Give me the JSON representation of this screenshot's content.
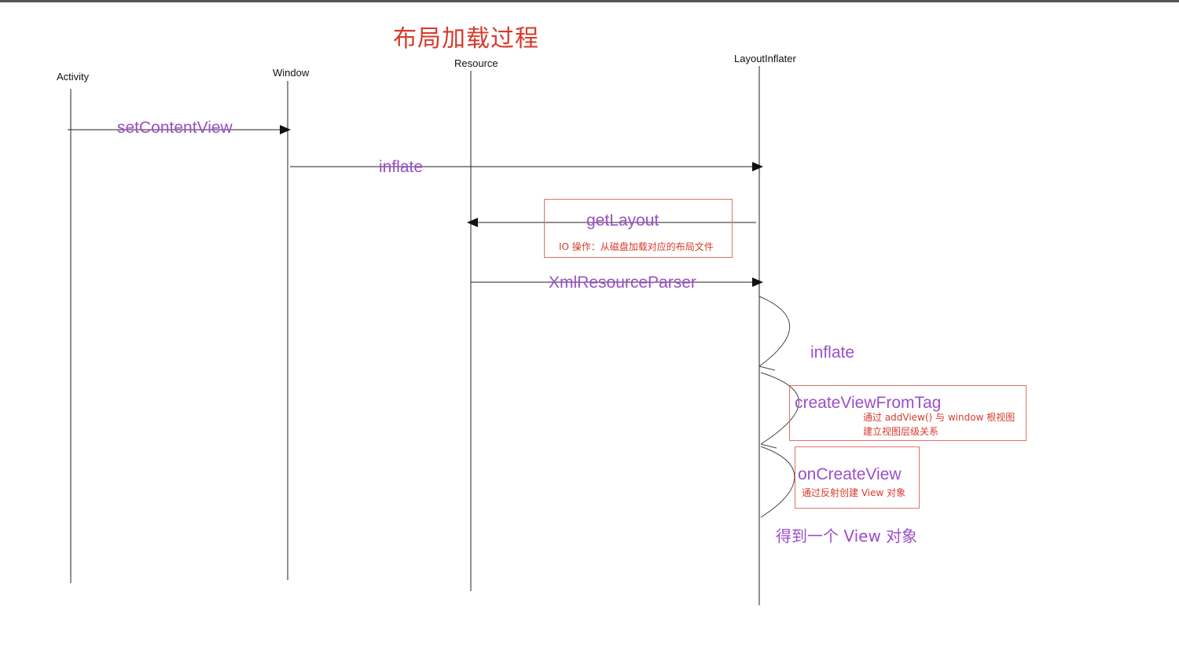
{
  "title": "布局加载过程",
  "lanes": {
    "activity": "Activity",
    "window": "Window",
    "resource": "Resource",
    "layout_inflater": "LayoutInflater"
  },
  "messages": {
    "set_content_view": "setContentView",
    "inflate": "inflate",
    "get_layout": "getLayout",
    "get_layout_note": "IO 操作：从磁盘加载对应的布局文件",
    "xml_resource_parser": "XmlResourceParser",
    "inflate_self": "inflate",
    "create_view_from_tag": "createViewFromTag",
    "create_view_note_line1": "通过 addView() 与 window 根视图",
    "create_view_note_line2": "建立视图层级关系",
    "on_create_view": "onCreateView",
    "on_create_view_note": "通过反射创建 View 对象",
    "result": "得到一个 View 对象"
  },
  "colors": {
    "title": "#d93a2b",
    "message": "#9b4fc8",
    "note": "#d93a2b",
    "note_box_border": "#e2706a",
    "line": "#111111"
  }
}
